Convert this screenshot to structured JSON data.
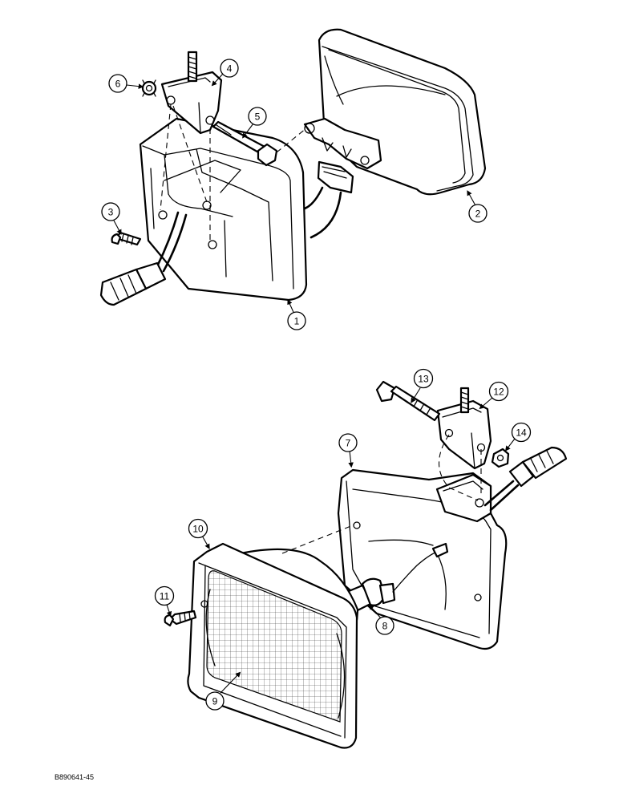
{
  "callouts": [
    "1",
    "2",
    "3",
    "4",
    "5",
    "6",
    "7",
    "8",
    "9",
    "10",
    "11",
    "12",
    "13",
    "14"
  ],
  "figure_id": "B890641-45"
}
